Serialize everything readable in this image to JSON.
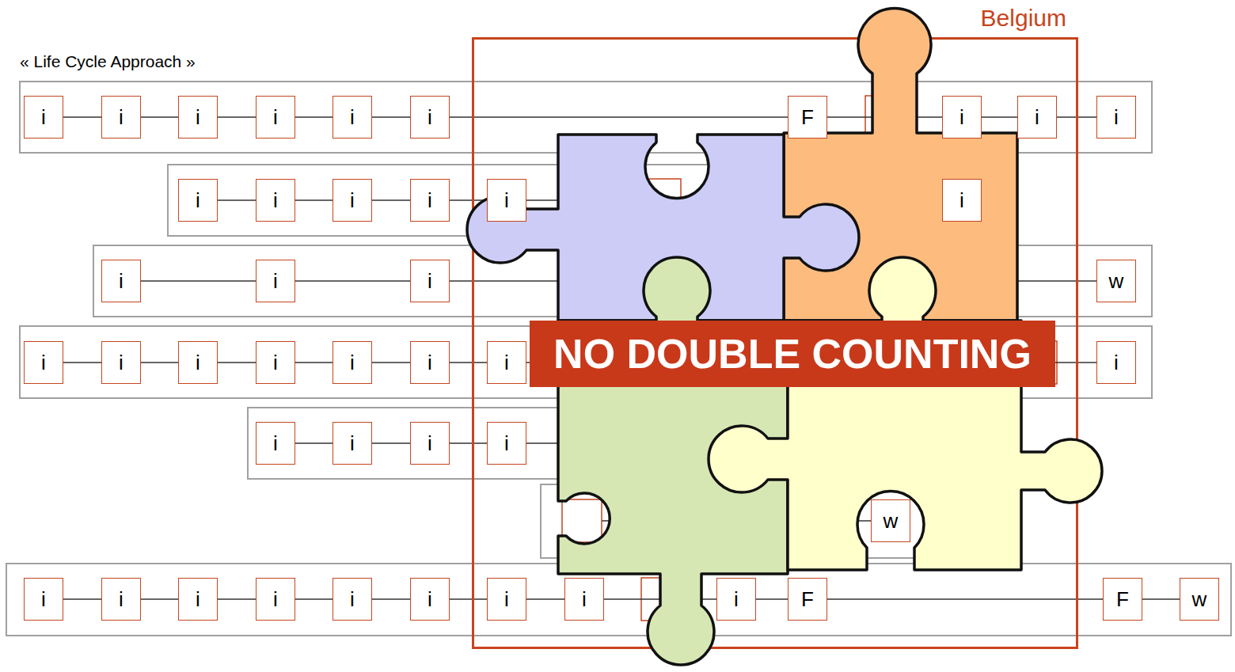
{
  "diagram": {
    "nodes": [
      {
        "text": [
          "Belgium"
        ]
      },
      {
        "text": [
          "i"
        ]
      },
      {
        "text": [
          "i"
        ]
      },
      {
        "text": [
          "i"
        ]
      },
      {
        "text": [
          "i"
        ]
      },
      {
        "text": [
          "i"
        ]
      },
      {
        "text": [
          "i"
        ]
      },
      {
        "text": [
          "F"
        ],
        "in": 0
      },
      {
        "text": [
          "i"
        ],
        "in": 0
      },
      {
        "text": [
          "i"
        ],
        "in": 0
      },
      {
        "text": [
          "i"
        ]
      },
      {
        "text": [
          "i"
        ]
      },
      {
        "text": [
          "i"
        ]
      },
      {
        "text": [
          "i"
        ]
      },
      {
        "text": [
          "i"
        ]
      },
      {
        "text": [
          "i"
        ],
        "in": 0
      },
      {
        "text": [
          "i"
        ],
        "in": 0
      },
      {
        "text": [
          "i"
        ]
      },
      {
        "text": [
          "i"
        ]
      },
      {
        "text": [
          "i"
        ]
      },
      {
        "text": [
          "w"
        ]
      },
      {
        "text": [
          "i"
        ]
      },
      {
        "text": [
          "i"
        ]
      },
      {
        "text": [
          "i"
        ]
      },
      {
        "text": [
          "i"
        ]
      },
      {
        "text": [
          "i"
        ]
      },
      {
        "text": [
          "i"
        ]
      },
      {
        "text": [
          "i"
        ],
        "in": 0
      },
      {
        "text": [
          "i"
        ]
      },
      {
        "text": [
          "i"
        ]
      },
      {
        "text": [
          "i"
        ]
      },
      {
        "text": [
          "i"
        ]
      },
      {
        "text": [
          "i"
        ],
        "in": 0
      },
      {
        "text": [
          "w"
        ],
        "in": 0
      },
      {
        "text": [
          "i"
        ]
      },
      {
        "text": [
          "i"
        ]
      },
      {
        "text": [
          "i"
        ]
      },
      {
        "text": [
          "i"
        ]
      },
      {
        "text": [
          "i"
        ]
      },
      {
        "text": [
          "i"
        ]
      },
      {
        "text": [
          "i"
        ],
        "in": 0
      },
      {
        "text": [
          "i"
        ],
        "in": 0
      },
      {
        "text": [
          "i"
        ],
        "in": 0
      },
      {
        "text": [
          "F"
        ],
        "in": 0
      },
      {
        "text": [
          "F"
        ]
      },
      {
        "text": [
          "w"
        ]
      },
      {
        "text": [
          "NO DOUBLE COUNTING"
        ],
        "in": 0
      }
    ],
    "edges": [
      {
        "from": 1,
        "to": 2,
        "arrow": "none"
      },
      {
        "from": 2,
        "to": 3,
        "arrow": "none"
      },
      {
        "from": 3,
        "to": 4,
        "arrow": "none"
      },
      {
        "from": 4,
        "to": 5,
        "arrow": "none"
      },
      {
        "from": 5,
        "to": 6,
        "arrow": "none"
      },
      {
        "from": 6,
        "to": 7,
        "arrow": "none"
      },
      {
        "from": 7,
        "to": 8,
        "arrow": "none"
      },
      {
        "from": 8,
        "to": 9,
        "arrow": "none"
      },
      {
        "from": 9,
        "to": 10,
        "arrow": "none"
      },
      {
        "from": 11,
        "to": 12,
        "arrow": "none"
      },
      {
        "from": 12,
        "to": 13,
        "arrow": "none"
      },
      {
        "from": 13,
        "to": 14,
        "arrow": "none"
      },
      {
        "from": 14,
        "to": 15,
        "arrow": "none"
      },
      {
        "from": 15,
        "to": 16,
        "arrow": "none"
      },
      {
        "from": 17,
        "to": 18,
        "arrow": "none"
      },
      {
        "from": 18,
        "to": 19,
        "arrow": "none"
      },
      {
        "from": 19,
        "to": 20,
        "arrow": "none"
      },
      {
        "from": 21,
        "to": 22,
        "arrow": "none"
      },
      {
        "from": 22,
        "to": 23,
        "arrow": "none"
      },
      {
        "from": 23,
        "to": 24,
        "arrow": "none"
      },
      {
        "from": 24,
        "to": 25,
        "arrow": "none"
      },
      {
        "from": 25,
        "to": 26,
        "arrow": "none"
      },
      {
        "from": 26,
        "to": 27,
        "arrow": "none"
      },
      {
        "from": 27,
        "to": 28,
        "arrow": "none"
      },
      {
        "from": 29,
        "to": 30,
        "arrow": "none"
      },
      {
        "from": 30,
        "to": 31,
        "arrow": "none"
      },
      {
        "from": 31,
        "to": 32,
        "arrow": "none"
      },
      {
        "from": 34,
        "to": 35,
        "arrow": "none"
      },
      {
        "from": 35,
        "to": 36,
        "arrow": "none"
      },
      {
        "from": 36,
        "to": 37,
        "arrow": "none"
      },
      {
        "from": 37,
        "to": 38,
        "arrow": "none"
      },
      {
        "from": 38,
        "to": 39,
        "arrow": "none"
      },
      {
        "from": 39,
        "to": 40,
        "arrow": "none"
      },
      {
        "from": 40,
        "to": 41,
        "arrow": "none"
      },
      {
        "from": 41,
        "to": 42,
        "arrow": "none"
      },
      {
        "from": 42,
        "to": 43,
        "arrow": "none"
      },
      {
        "from": 43,
        "to": 44,
        "arrow": "none"
      },
      {
        "from": 44,
        "to": 45,
        "arrow": "none"
      }
    ],
    "labels": [
      "« Life Cycle Approach »"
    ]
  }
}
